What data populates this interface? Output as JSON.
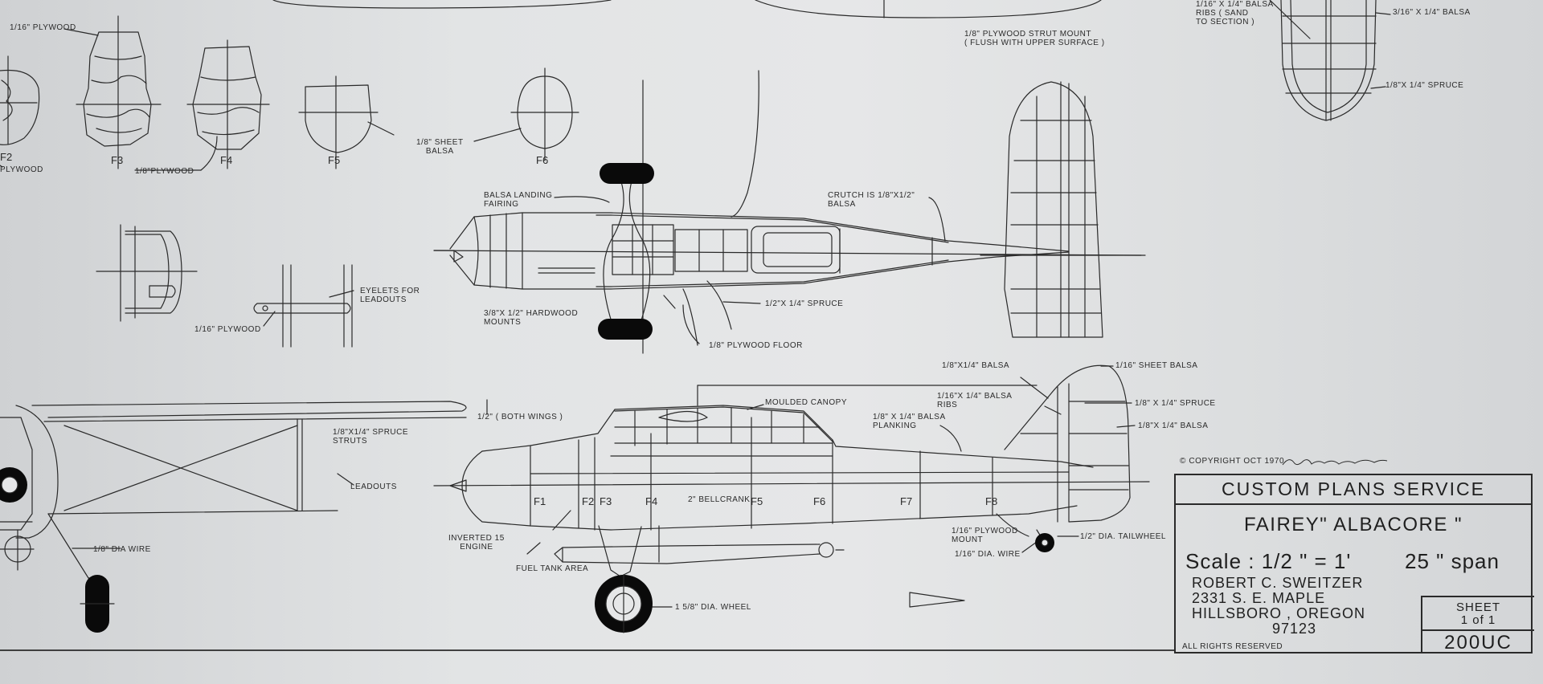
{
  "former_labels": {
    "ply_1_16_top": "1/16\" PLYWOOD",
    "ply_left_bottom": "PLYWOOD",
    "ply_1_8": "1/8\"PLYWOOD",
    "sheet_balsa": "1/8\" SHEET\nBALSA",
    "f2": "F2",
    "f3": "F3",
    "f4": "F4",
    "f5": "F5",
    "f6": "F6"
  },
  "top_view_labels": {
    "balsa_fairing": "BALSA LANDING\nFAIRING",
    "crutch": "CRUTCH IS 1/8\"X1/2\"\nBALSA",
    "hardwood_mounts": "3/8\"X 1/2\" HARDWOOD\nMOUNTS",
    "spruce": "1/2\"X 1/4\" SPRUCE",
    "floor": "1/8\" PLYWOOD FLOOR",
    "eyelets": "EYELETS FOR\nLEADOUTS",
    "ply_bellcrank": "1/16\" PLYWOOD",
    "strut_mount": "1/8\" PLYWOOD STRUT MOUNT\n( FLUSH WITH UPPER SURFACE )"
  },
  "wing_labels": {
    "ribs": "1/16\" X 1/4\" BALSA\nRIBS ( SAND\nTO SECTION )",
    "balsa_3_16": "3/16\" X 1/4\" BALSA",
    "spruce_1_8": "1/8\"X 1/4\" SPRUCE"
  },
  "side_view_labels": {
    "balsa_top": "1/8\"X1/4\" BALSA",
    "sheet_balsa": "1/16\" SHEET   BALSA",
    "balsa_ribs": "1/16\"X 1/4\" BALSA\nRIBS",
    "spruce_right": "1/8\" X 1/4\" SPRUCE",
    "balsa_right": "1/8\"X 1/4\" BALSA",
    "moulded_canopy": "MOULDED  CANOPY",
    "planking": "1/8\" X 1/4\" BALSA\nPLANKING",
    "bellcrank": "2\" BELLCRANK",
    "inverted_engine": "INVERTED 15\nENGINE",
    "fuel_tank": "FUEL TANK AREA",
    "wheel": "1 5/8\" DIA. WHEEL",
    "ply_mount": "1/16\" PLYWOOD\nMOUNT",
    "dia_wire_right": "1/16\" DIA. WIRE",
    "tailwheel": "1/2\" DIA. TAILWHEEL",
    "stations": [
      "F1",
      "F2",
      "F3",
      "F4",
      "F5",
      "F6",
      "F7",
      "F8"
    ]
  },
  "front_view_labels": {
    "both_wings": "1/2\" ( BOTH WINGS )",
    "struts": "1/8\"X1/4\" SPRUCE\nSTRUTS",
    "leadouts": "LEADOUTS",
    "dia_wire": "1/8\" DIA WIRE"
  },
  "title_block": {
    "copyright": "© COPYRIGHT  OCT  1970",
    "company": "CUSTOM  PLANS  SERVICE",
    "model": "FAIREY\" ALBACORE \"",
    "scale": "Scale :  1/2 \" = 1'",
    "span": "25 \" span",
    "designer": "ROBERT  C. SWEITZER",
    "street": "2331  S. E. MAPLE",
    "city": "HILLSBORO , OREGON",
    "zip": "97123",
    "rights": "ALL  RIGHTS  RESERVED",
    "sheet_label": "SHEET",
    "sheet_num": "1  of  1",
    "plan_code": "200UC"
  },
  "colors": {
    "ink": "#2a2a2a",
    "paper": "#e3e5e6"
  }
}
